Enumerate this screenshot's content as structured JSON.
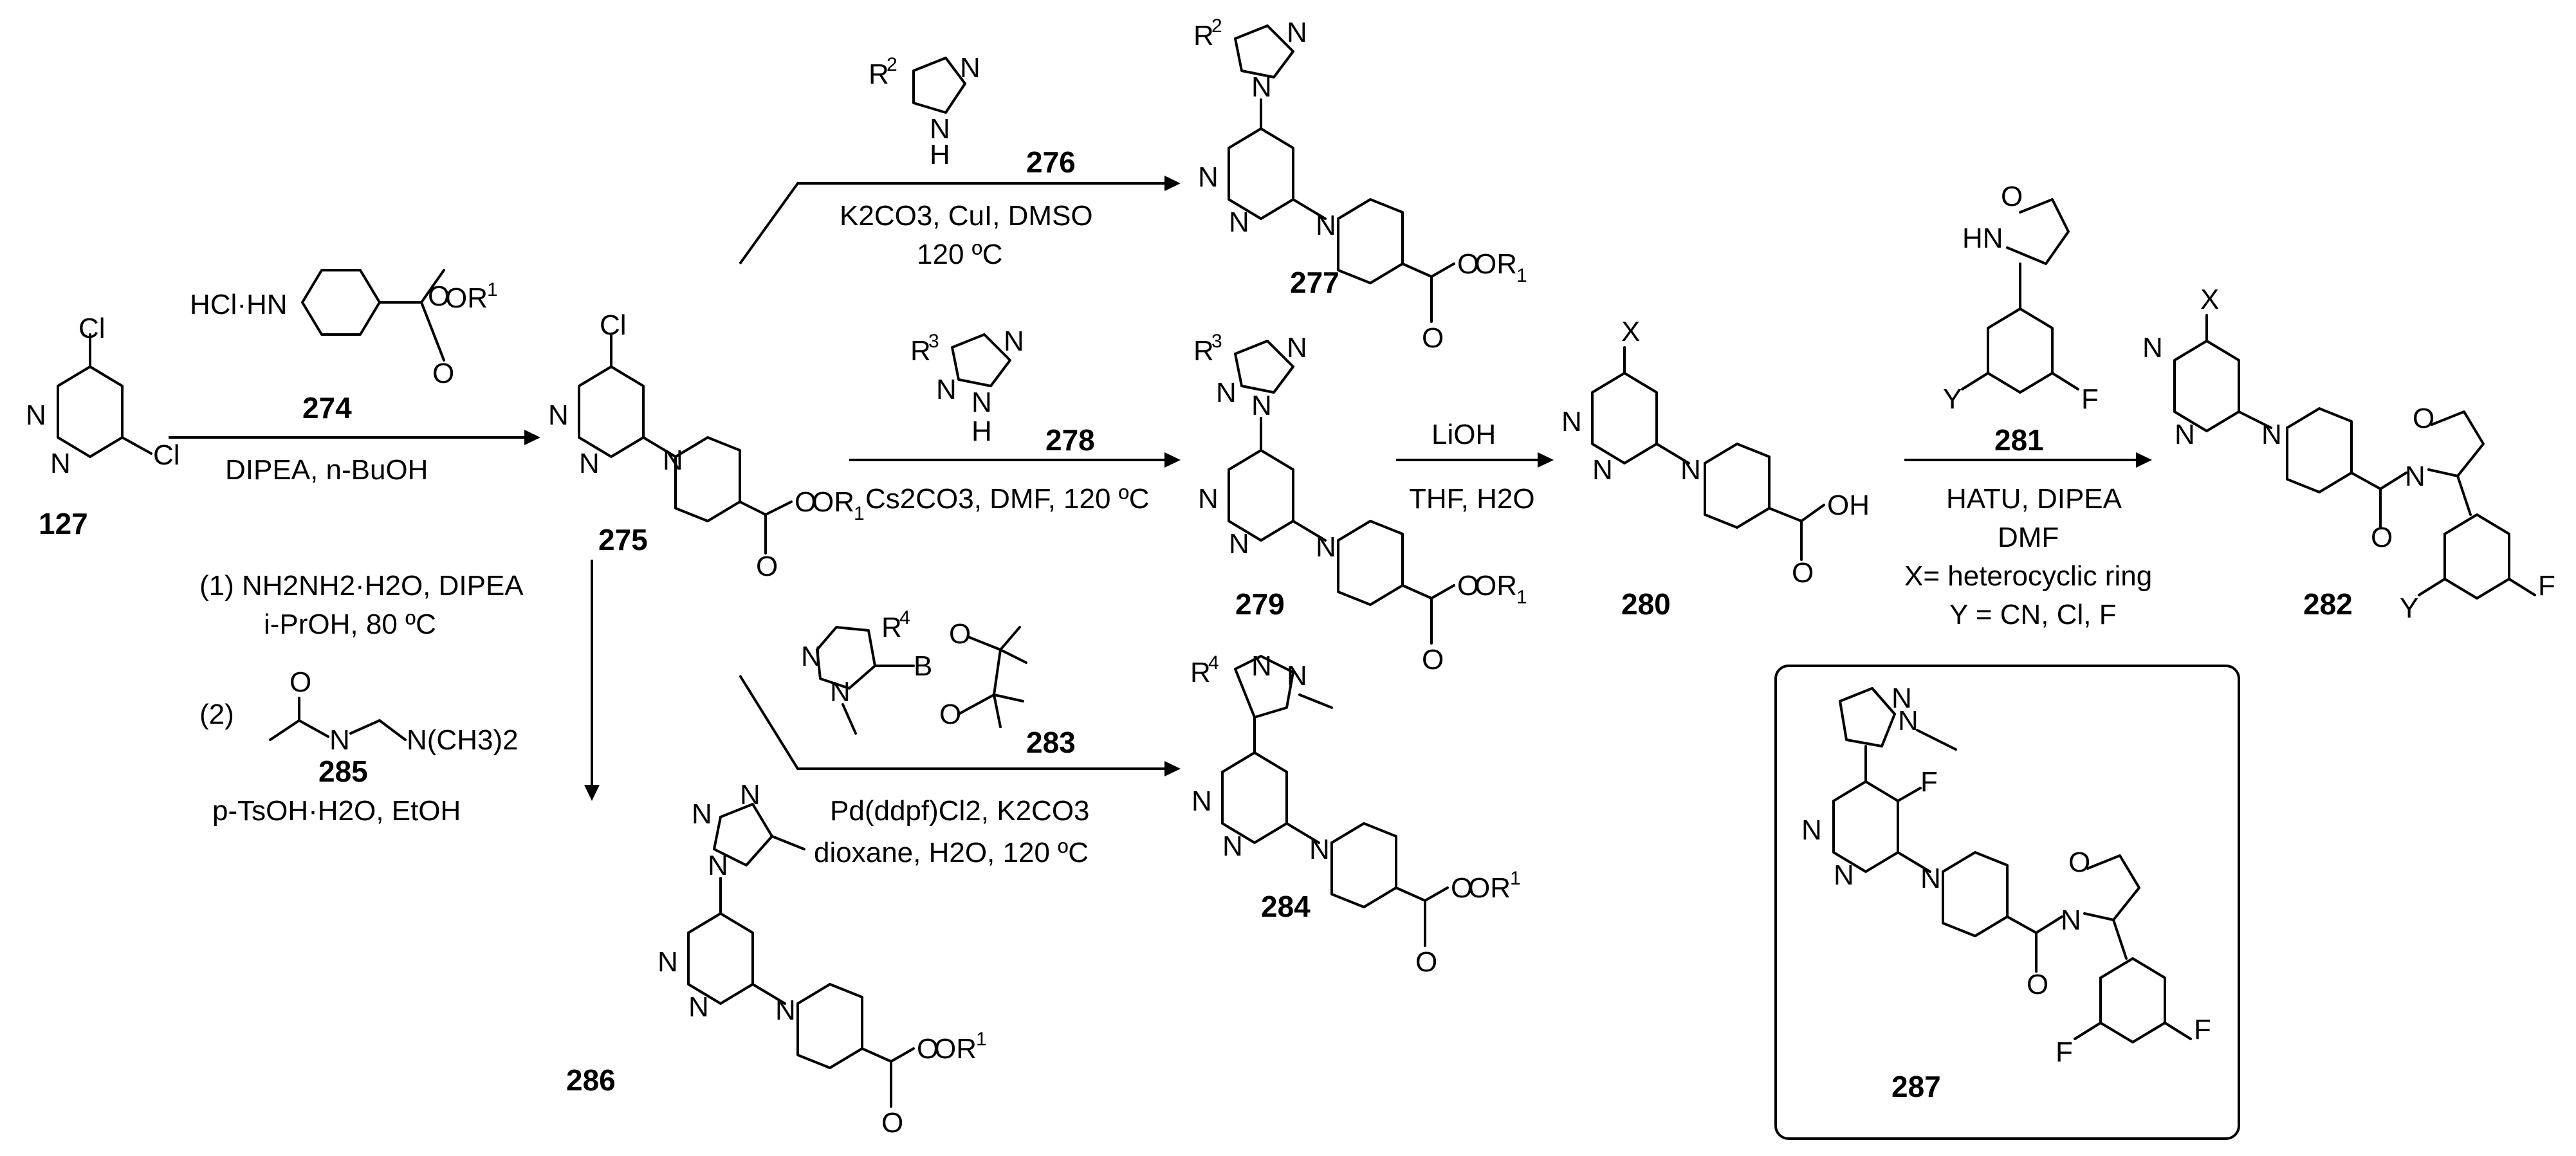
{
  "compounds": {
    "c127": "127",
    "c274": "274",
    "c275": "275",
    "c276": "276",
    "c277": "277",
    "c278": "278",
    "c279": "279",
    "c280": "280",
    "c281": "281",
    "c282": "282",
    "c283": "283",
    "c284": "284",
    "c285": "285",
    "c286": "286",
    "c287": "287"
  },
  "conditions": {
    "step1": "DIPEA, n-BuOH",
    "step276": [
      "K2CO3, CuI, DMSO",
      "120 ºC"
    ],
    "step278": "Cs2CO3, DMF, 120 ºC",
    "step283": [
      "Pd(ddpf)Cl2, K2CO3",
      "dioxane, H2O, 120 ºC"
    ],
    "step285": [
      "(1)  NH2NH2·H2O, DIPEA",
      "i-PrOH, 80 ºC",
      "(2)",
      "p-TsOH·H2O, EtOH"
    ],
    "hydrolysis": [
      "LiOH",
      "THF, H2O"
    ],
    "coupling": [
      "HATU, DIPEA",
      "DMF",
      "X= heterocyclic ring",
      "Y = CN, Cl, F"
    ]
  },
  "atoms": {
    "cl": "Cl",
    "n": "N",
    "o": "O",
    "h": "H",
    "f": "F",
    "b": "B",
    "x": "X",
    "y": "Y",
    "hn": "HN",
    "hcl_hn": "HCl·HN",
    "oh": "OH",
    "or1": "OR",
    "nme2": "N(CH3)2",
    "r1": "1",
    "r2": "2",
    "r3": "3",
    "r4": "4"
  }
}
